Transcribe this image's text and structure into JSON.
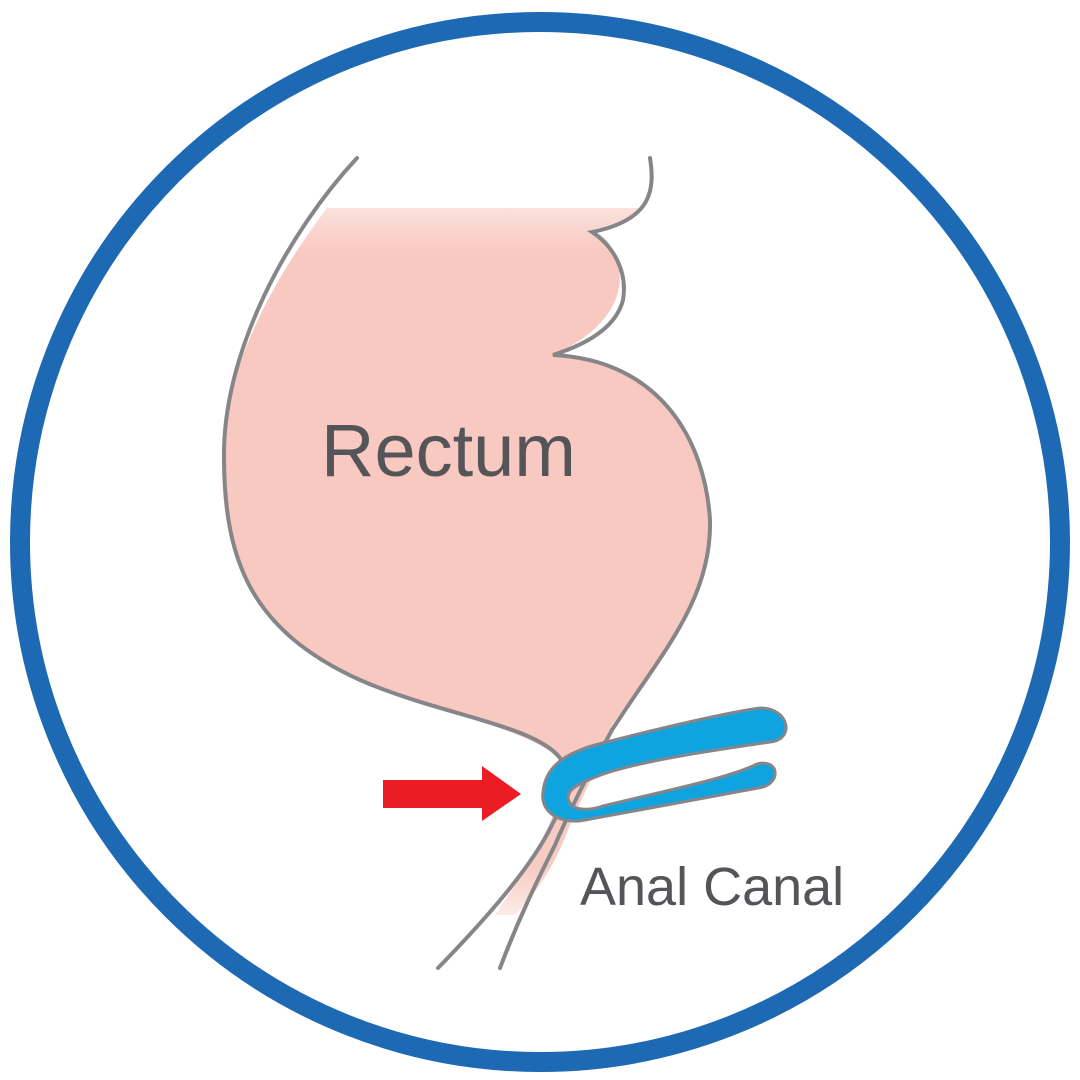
{
  "labels": {
    "rectum": "Rectum",
    "anal_canal": "Anal Canal"
  },
  "colors": {
    "frame": "#1e69b4",
    "rectum_fill": "#f8c9c0",
    "outline": "#86868a",
    "muscle": "#0fa3df",
    "arrow": "#ec1c24",
    "text": "#555559"
  },
  "icons": {
    "pointer": "red-right-arrow",
    "muscle_sling": "puborectalis-sling"
  }
}
